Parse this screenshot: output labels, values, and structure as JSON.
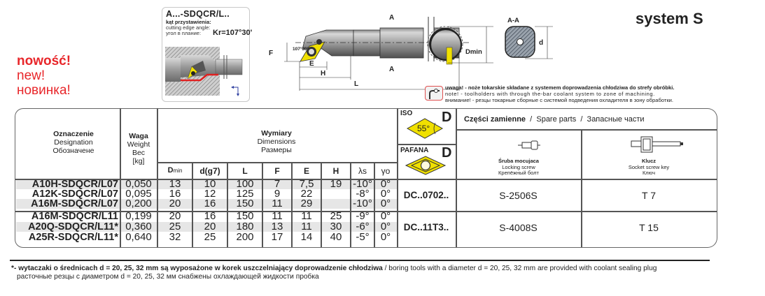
{
  "badge": {
    "pl": "nowość!",
    "en": "new!",
    "ru": "новинка!"
  },
  "inset": {
    "title": "A...-SDQCR/L..",
    "line_pl": "kąt przystawienia:",
    "line_en": "cutting edge angle:",
    "line_ru": "угол в плание:",
    "angle": "Kr=107°30'"
  },
  "drawing": {
    "labels": {
      "F": "F",
      "E": "E",
      "H": "H",
      "L": "L",
      "A_top": "A",
      "A_bottom": "A",
      "angle": "107°30'",
      "dmin": "Dmin",
      "section": "A-A",
      "d": "d"
    }
  },
  "system_title": "system S",
  "note": {
    "pl": "uwaga! - noże tokarskie składane z systemem doprowadzenia chłodziwa do strefy obróbki.",
    "en": "note! - toolholders with through the-bar coolant system to zone of machining.",
    "ru": "внимание! - резцы токарные сборные с системой подведения охладителя в зону обработки."
  },
  "table": {
    "designation": {
      "pl": "Oznaczenie",
      "en": "Designation",
      "ru": "Обозначене"
    },
    "weight": {
      "pl": "Waga",
      "en": "Weight",
      "ru": "Вес",
      "unit": "[kg]"
    },
    "dimensions": {
      "pl": "Wymiary",
      "en": "Dimensions",
      "ru": "Размеры"
    },
    "columns": [
      "Dmin",
      "d(g7)",
      "L",
      "F",
      "E",
      "H",
      "λs",
      "γo"
    ],
    "rows": [
      {
        "name": "A10H-SDQCR/L07",
        "weight": "0,050",
        "dmin": "13",
        "d": "10",
        "L": "100",
        "F": "7",
        "E": "7,5",
        "H": "19",
        "ls": "-10°",
        "go": "0°"
      },
      {
        "name": "A12K-SDQCR/L07",
        "weight": "0,095",
        "dmin": "16",
        "d": "12",
        "L": "125",
        "F": "9",
        "E": "22",
        "H": "",
        "ls": "-8°",
        "go": "0°"
      },
      {
        "name": "A16M-SDQCR/L07",
        "weight": "0,200",
        "dmin": "20",
        "d": "16",
        "L": "150",
        "F": "11",
        "E": "29",
        "H": "",
        "ls": "-10°",
        "go": "0°"
      },
      {
        "name": "A16M-SDQCR/L11",
        "weight": "0,199",
        "dmin": "20",
        "d": "16",
        "L": "150",
        "F": "11",
        "E": "11",
        "H": "25",
        "ls": "-9°",
        "go": "0°"
      },
      {
        "name": "A20Q-SDQCR/L11*",
        "weight": "0,360",
        "dmin": "25",
        "d": "20",
        "L": "180",
        "F": "13",
        "E": "11",
        "H": "30",
        "ls": "-6°",
        "go": "0°"
      },
      {
        "name": "A25R-SDQCR/L11*",
        "weight": "0,640",
        "dmin": "32",
        "d": "25",
        "L": "200",
        "F": "17",
        "E": "14",
        "H": "40",
        "ls": "-5°",
        "go": "0°"
      }
    ]
  },
  "insert": {
    "iso_label": "ISO",
    "iso_shape": "D",
    "iso_angle": "55°",
    "pafana_label": "PAFANA",
    "pafana_shape": "D",
    "groups": [
      "DC..0702..",
      "DC..11T3.."
    ]
  },
  "spare_parts": {
    "title_pl": "Części zamienne",
    "title_en": "Spare parts",
    "title_ru": "Запасные части",
    "sep": "/",
    "screw": {
      "pl": "Śruba mocujaca",
      "en": "Locking screw",
      "ru": "Крепёжный болт",
      "values": [
        "S-2506S",
        "S-4008S"
      ]
    },
    "key": {
      "pl": "Klucz",
      "en": "Socket screw key",
      "ru": "Ключ",
      "values": [
        "T 7",
        "T 15"
      ]
    }
  },
  "footnote": {
    "bold": "*- wytaczaki o średnicach d = 20, 25, 32 mm są wyposażone w korek uszczelniający doprowadzenie chłodziwa",
    "en": " / boring tools with a diameter d = 20, 25, 32 mm are provided with coolant sealing plug",
    "ru": "расточные резцы с диаметром d = 20, 25, 32 мм снабжены охлаждающей жидкости пробка"
  }
}
